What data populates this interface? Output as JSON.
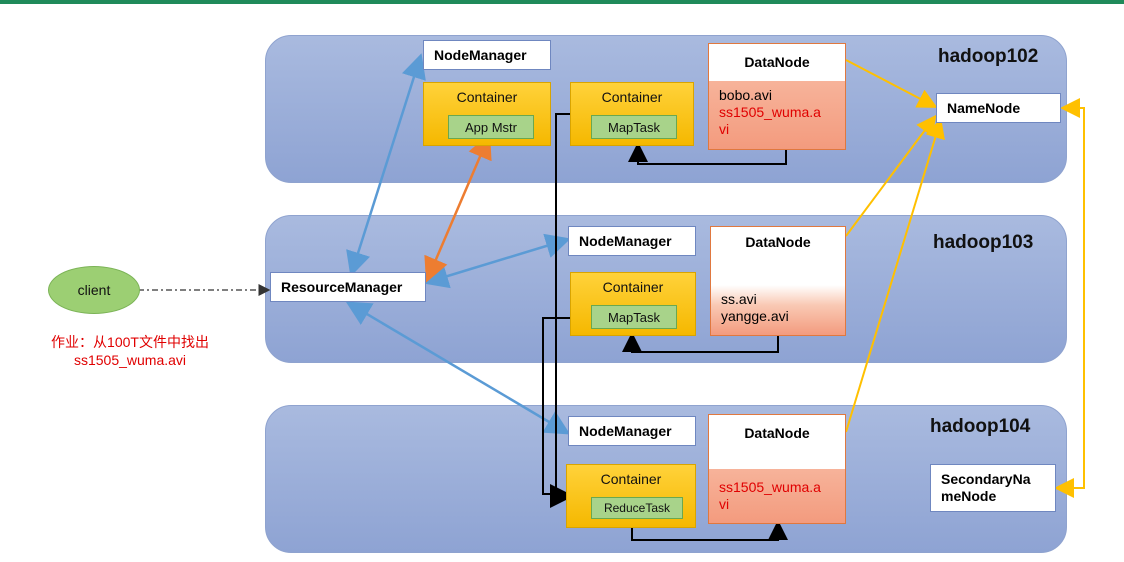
{
  "hosts": {
    "h102": "hadoop102",
    "h103": "hadoop103",
    "h104": "hadoop104"
  },
  "labels": {
    "nodemanager": "NodeManager",
    "datanode": "DataNode",
    "container": "Container",
    "resourcemanager": "ResourceManager",
    "namenode": "NameNode",
    "secondary_line1": "SecondaryNa",
    "secondary_line2": "meNode",
    "client": "client",
    "app_master": "App Mstr",
    "maptask": "MapTask",
    "reducetask": "ReduceTask"
  },
  "files": {
    "h102_line1": "bobo.avi",
    "h102_line2": "ss1505_wuma.a",
    "h102_line3": "vi",
    "h103_line1": "ss.avi",
    "h103_line2": "yangge.avi",
    "h104_line1": "ss1505_wuma.a",
    "h104_line2": "vi"
  },
  "note": {
    "line1": "作业：从100T文件中找出",
    "line2": "ss1505_wuma.avi"
  },
  "colors": {
    "accent_bar": "#1f8a5a",
    "host_fill": "#99acd8",
    "blue_arrow": "#5b9bd5",
    "orange_arrow": "#ed7d31",
    "yellow_arrow": "#ffc000",
    "file_text_red": "#e00000"
  }
}
